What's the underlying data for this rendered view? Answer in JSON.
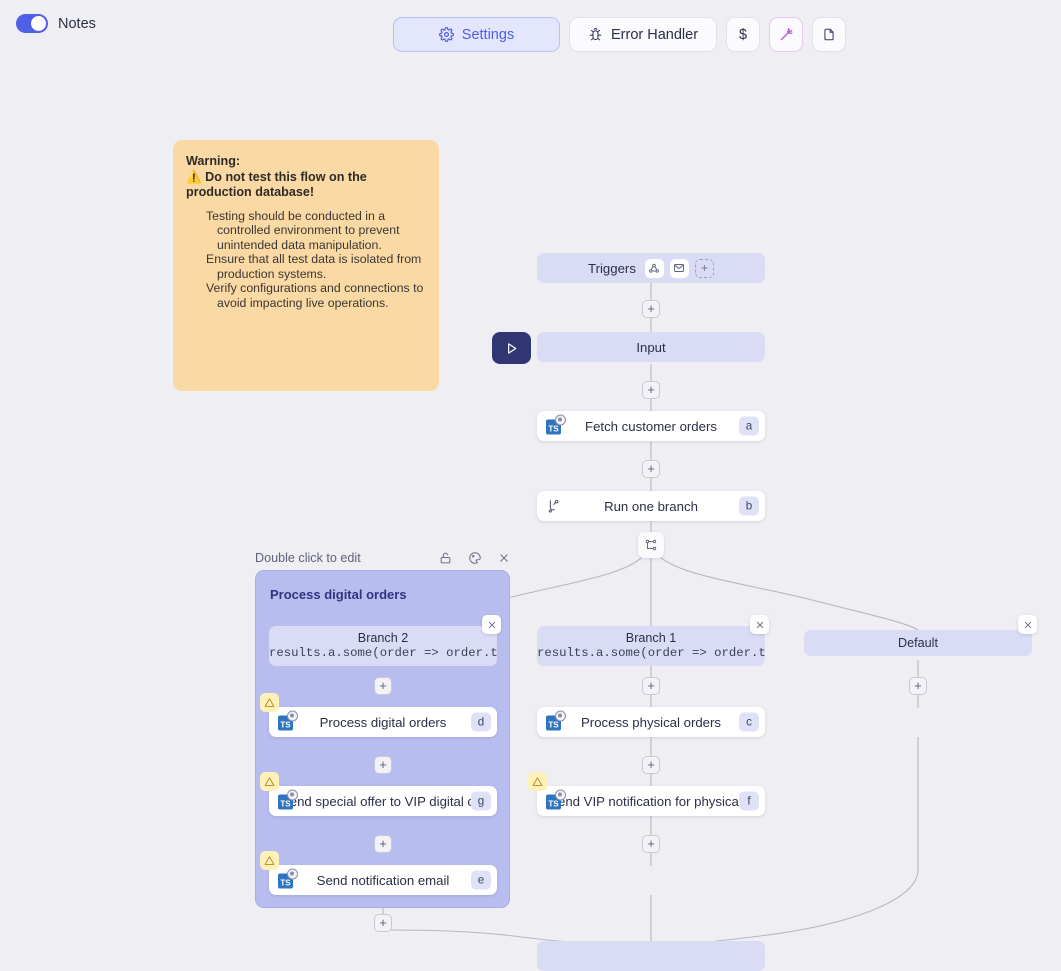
{
  "topbar": {
    "notes_label": "Notes",
    "notes_toggle_state": "on",
    "buttons": [
      {
        "label": "Settings",
        "icon": "gear-icon",
        "active": true
      },
      {
        "label": "Error Handler",
        "icon": "bug-icon",
        "active": false
      },
      {
        "label": "$",
        "icon": "dollar-icon",
        "active": false
      },
      {
        "label": "",
        "icon": "magic-wand-icon",
        "active": false
      },
      {
        "label": "",
        "icon": "document-icon",
        "active": false
      }
    ]
  },
  "note": {
    "title": "Warning:",
    "heading": "⚠️ Do not test this flow on the production database!",
    "items": [
      "Testing should be conducted in a controlled environment to prevent unintended data manipulation.",
      "Ensure that all test data is isolated from production systems.",
      "Verify configurations and connections to avoid impacting live operations."
    ],
    "color": "#fbd9a5"
  },
  "flow": {
    "triggers": {
      "label": "Triggers",
      "icons": [
        "webhook-icon",
        "email-icon"
      ],
      "add_label": "+"
    },
    "input": {
      "label": "Input",
      "run_button": "play-icon"
    },
    "fetch": {
      "label": "Fetch customer orders",
      "badge": "a",
      "icon": "typescript-icon"
    },
    "run_one_branch": {
      "label": "Run one branch",
      "badge": "b",
      "icon": "branch-icon"
    },
    "branches": [
      {
        "name": "Branch 2",
        "expression": "results.a.some(order => order.type",
        "close": "×",
        "nodes": [
          {
            "label": "Process digital orders",
            "badge": "d",
            "icon": "typescript-icon",
            "warning": true
          },
          {
            "label": "Send special offer to VIP digital c...",
            "badge": "g",
            "icon": "typescript-icon",
            "warning": true
          },
          {
            "label": "Send notification email",
            "badge": "e",
            "icon": "typescript-icon",
            "warning": true
          }
        ]
      },
      {
        "name": "Branch 1",
        "expression": "results.a.some(order => order.type",
        "close": "×",
        "nodes": [
          {
            "label": "Process physical orders",
            "badge": "c",
            "icon": "typescript-icon",
            "warning": false
          },
          {
            "label": "Send VIP notification for physical...",
            "badge": "f",
            "icon": "typescript-icon",
            "warning": true
          }
        ]
      },
      {
        "name": "Default",
        "expression": "",
        "close": "×",
        "nodes": []
      }
    ],
    "group": {
      "hint": "Double click to edit",
      "title": "Process digital orders",
      "icons": [
        "unlock-icon",
        "palette-icon",
        "close-icon"
      ],
      "color": "#b8bdf0"
    },
    "add_label": "+"
  },
  "colors": {
    "canvas": "#eeeef3",
    "accent": "#4f5fe8",
    "node_lavender": "#d9dcf4",
    "group": "#b8bdf0",
    "note": "#fbd9a5",
    "play": "#2f3671",
    "warning": "#fdf0b8"
  }
}
